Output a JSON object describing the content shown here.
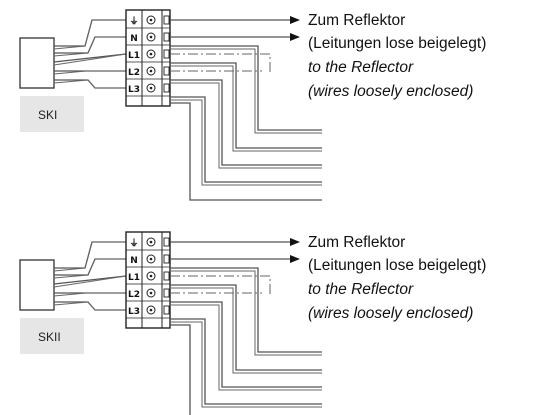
{
  "units": [
    {
      "tag": "SKI",
      "terminals": [
        "⏚",
        "N",
        "L1",
        "L2",
        "L3"
      ],
      "label_de_1": "Zum Reflektor",
      "label_de_2": "(Leitungen lose beigelegt)",
      "label_en_1": "to the Reflector",
      "label_en_2": "(wires loosely enclosed)"
    },
    {
      "tag": "SKII",
      "terminals": [
        "⏚",
        "N",
        "L1",
        "L2",
        "L3"
      ],
      "label_de_1": "Zum Reflektor",
      "label_de_2": "(Leitungen lose beigelegt)",
      "label_en_1": "to the Reflector",
      "label_en_2": "(wires loosely enclosed)"
    }
  ]
}
